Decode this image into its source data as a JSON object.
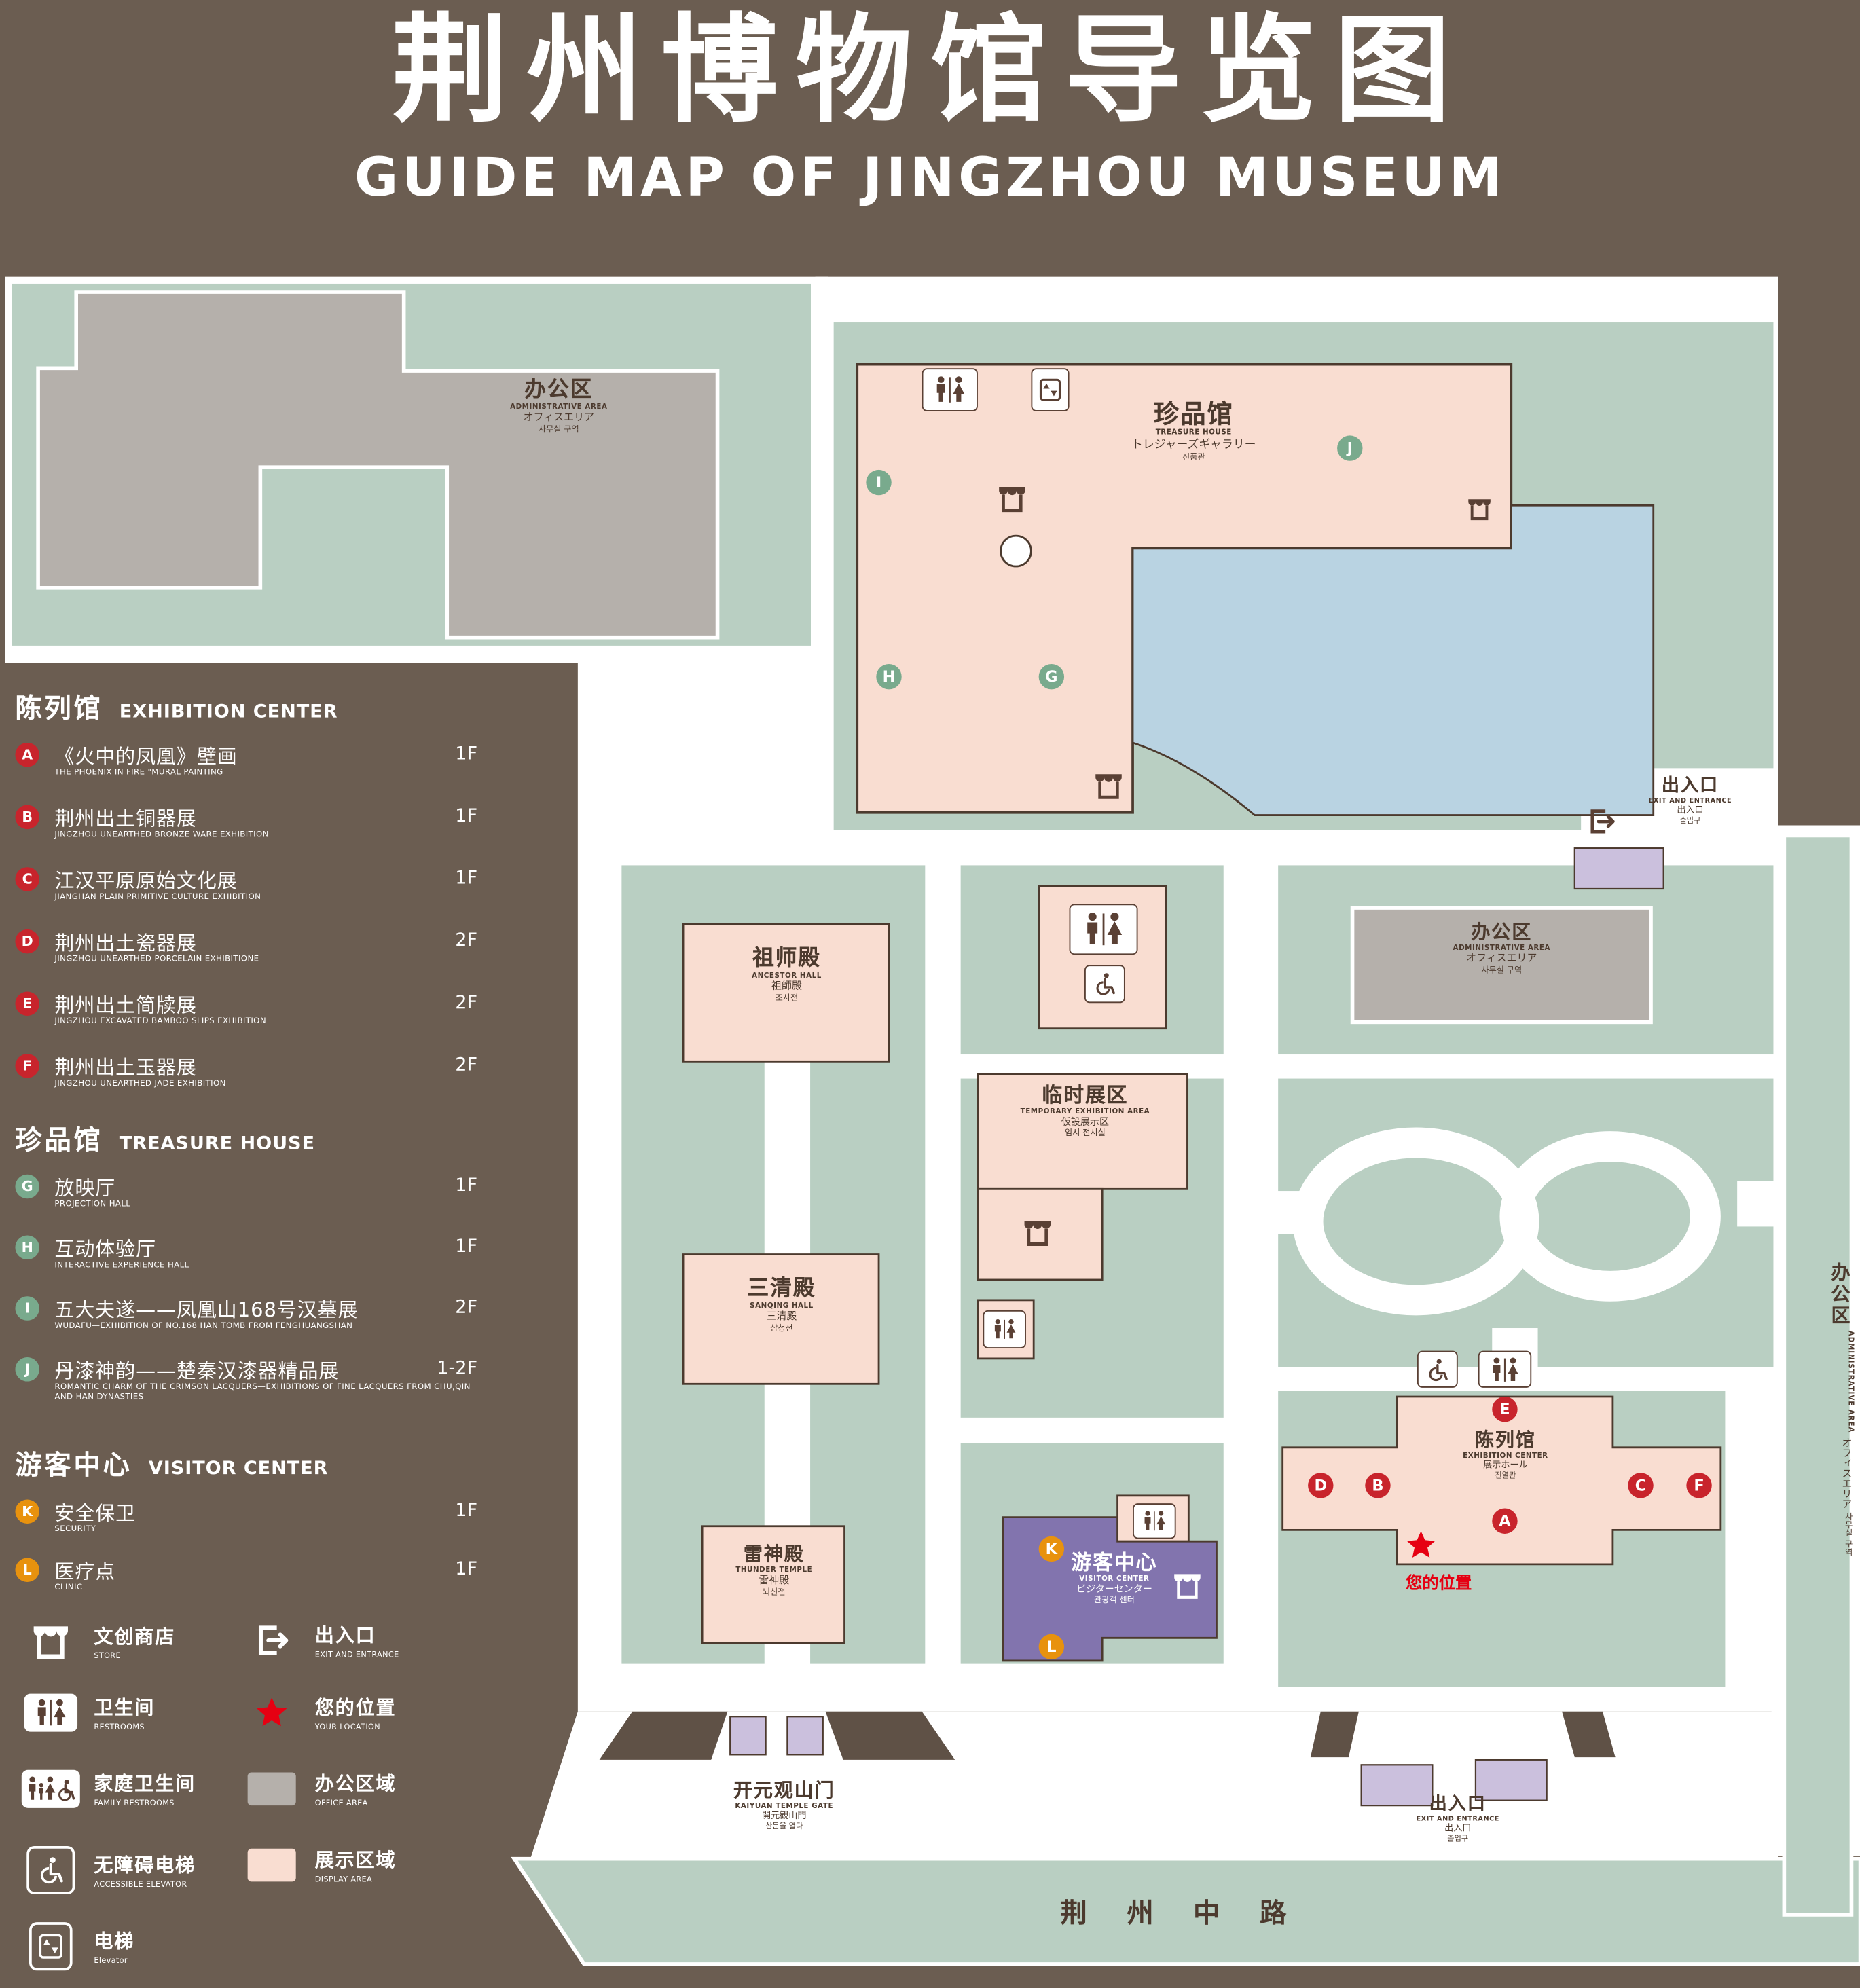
{
  "header": {
    "title": "荆州博物馆导览图",
    "subtitle": "GUIDE MAP OF JINGZHOU MUSEUM"
  },
  "legend": {
    "sections": [
      {
        "zh": "陈列馆",
        "en": "EXHIBITION CENTER",
        "items": [
          {
            "letter": "A",
            "zh": "《火中的凤凰》壁画",
            "en": "THE PHOENIX IN FIRE \"MURAL PAINTING",
            "floor": "1F"
          },
          {
            "letter": "B",
            "zh": "荆州出土铜器展",
            "en": "JINGZHOU UNEARTHED BRONZE WARE EXHIBITION",
            "floor": "1F"
          },
          {
            "letter": "C",
            "zh": "江汉平原原始文化展",
            "en": "JIANGHAN PLAIN PRIMITIVE CULTURE EXHIBITION",
            "floor": "1F"
          },
          {
            "letter": "D",
            "zh": "荆州出土瓷器展",
            "en": "JINGZHOU UNEARTHED PORCELAIN EXHIBITIONE",
            "floor": "2F"
          },
          {
            "letter": "E",
            "zh": "荆州出土简牍展",
            "en": "JINGZHOU EXCAVATED BAMBOO SLIPS EXHIBITION",
            "floor": "2F"
          },
          {
            "letter": "F",
            "zh": "荆州出土玉器展",
            "en": "JINGZHOU UNEARTHED JADE EXHIBITION",
            "floor": "2F"
          }
        ]
      },
      {
        "zh": "珍品馆",
        "en": "TREASURE HOUSE",
        "items": [
          {
            "letter": "G",
            "zh": "放映厅",
            "en": "PROJECTION HALL",
            "floor": "1F"
          },
          {
            "letter": "H",
            "zh": "互动体验厅",
            "en": "INTERACTIVE EXPERIENCE HALL",
            "floor": "1F"
          },
          {
            "letter": "I",
            "zh": "五大夫遂——凤凰山168号汉墓展",
            "en": "WUDAFU—EXHIBITION OF NO.168 HAN TOMB FROM FENGHUANGSHAN",
            "floor": "2F"
          },
          {
            "letter": "J",
            "zh": "丹漆神韵——楚秦汉漆器精品展",
            "en": "ROMANTIC CHARM OF THE CRIMSON LACQUERS—EXHIBITIONS OF FINE LACQUERS FROM CHU,QIN AND HAN DYNASTIES",
            "floor": "1-2F"
          }
        ]
      },
      {
        "zh": "游客中心",
        "en": "VISITOR CENTER",
        "items": [
          {
            "letter": "K",
            "zh": "安全保卫",
            "en": "SECURITY",
            "floor": "1F"
          },
          {
            "letter": "L",
            "zh": "医疗点",
            "en": "CLINIC",
            "floor": "1F"
          }
        ]
      }
    ],
    "icon_items_col1": [
      {
        "zh": "文创商店",
        "en": "STORE"
      },
      {
        "zh": "卫生间",
        "en": "RESTROOMS"
      },
      {
        "zh": "家庭卫生间",
        "en": "FAMILY RESTROOMS"
      },
      {
        "zh": "无障碍电梯",
        "en": "ACCESSIBLE ELEVATOR"
      },
      {
        "zh": "电梯",
        "en": "Elevator"
      }
    ],
    "icon_items_col2": [
      {
        "zh": "出入口",
        "en": "EXIT AND ENTRANCE"
      },
      {
        "zh": "您的位置",
        "en": "YOUR LOCATION"
      },
      {
        "zh": "办公区域",
        "en": "OFFICE AREA"
      },
      {
        "zh": "展示区域",
        "en": "DISPLAY AREA"
      }
    ]
  },
  "map": {
    "admin_top": {
      "zh": "办公区",
      "en": "ADMINISTRATIVE AREA",
      "ja": "オフィスエリア",
      "ko": "사무실 구역"
    },
    "treasure": {
      "zh": "珍品馆",
      "en": "TREASURE HOUSE",
      "ja": "トレジャーズギャラリー",
      "ko": "진품관"
    },
    "exit_top": {
      "zh": "出入口",
      "en": "EXIT AND ENTRANCE",
      "ja": "出入口",
      "ko": "출입구"
    },
    "admin_mid": {
      "zh": "办公区",
      "en": "ADMINISTRATIVE AREA",
      "ja": "オフィスエリア",
      "ko": "사무실 구역"
    },
    "admin_right": {
      "zh": "办公区",
      "en": "ADMINISTRATIVE AREA",
      "ja": "オフィスエリア",
      "ko": "사무실 구역"
    },
    "ancestor": {
      "zh": "祖师殿",
      "en": "ANCESTOR HALL",
      "ja": "祖師殿",
      "ko": "조사전"
    },
    "temporary": {
      "zh": "临时展区",
      "en": "TEMPORARY EXHIBITION AREA",
      "ja": "仮設展示区",
      "ko": "임시 전시실"
    },
    "sanqing": {
      "zh": "三清殿",
      "en": "SANQING HALL",
      "ja": "三清殿",
      "ko": "삼청전"
    },
    "thunder": {
      "zh": "雷神殿",
      "en": "THUNDER TEMPLE",
      "ja": "雷神殿",
      "ko": "뇌신전"
    },
    "visitor": {
      "zh": "游客中心",
      "en": "VISITOR CENTER",
      "ja": "ビジターセンター",
      "ko": "관광객 센터"
    },
    "exhibition": {
      "zh": "陈列馆",
      "en": "EXHIBITION CENTER",
      "ja": "展示ホール",
      "ko": "진열관"
    },
    "gate": {
      "zh": "开元观山门",
      "en": "KAIYUAN TEMPLE GATE",
      "ja": "開元観山門",
      "ko": "산문을 열다"
    },
    "exit_bottom": {
      "zh": "出入口",
      "en": "EXIT AND ENTRANCE",
      "ja": "出入口",
      "ko": "출입구"
    },
    "road": "荆 州 中 路",
    "your_location": "您的位置",
    "markers": {
      "red": [
        "A",
        "B",
        "C",
        "D",
        "E",
        "F"
      ],
      "green": [
        "G",
        "H",
        "I",
        "J"
      ],
      "orange": [
        "K",
        "L"
      ]
    }
  },
  "colors": {
    "background": "#6b5d51",
    "courtyard": "#b9cfc2",
    "display_area": "#f9ddd1",
    "office_area": "#b5b0ab",
    "water": "#b9d3e2",
    "visitor_center": "#8274ae",
    "entrance_block": "#cbc0dd",
    "marker_red": "#c8242c",
    "marker_green": "#79aa8d",
    "marker_orange": "#e8920e",
    "icon_brown": "#5a4034",
    "label_brown": "#4c3a2e",
    "location_red": "#e60012"
  }
}
